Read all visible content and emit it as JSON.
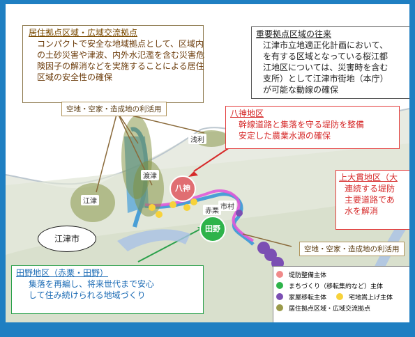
{
  "boxes": {
    "kyoju": {
      "title": "居住拠点区域・広域交流拠点",
      "lines": [
        "コンパクトで安全な地域拠点として、区域内",
        "の土砂災害や津波、内外水氾濫を含む災害危",
        "険因子の解消などを実施することによる居住",
        "区域の安全性の確保"
      ]
    },
    "juyo": {
      "title": "重要拠点区域の往来",
      "lines": [
        "江津市立地適正化計画において、",
        "を有する区域となっている桜江都",
        "江地区については、災害時を含む",
        "支所）として江津市街地（本庁）",
        "が可能な動線の確保"
      ]
    },
    "hachigami": {
      "title": "八神地区",
      "lines": [
        "幹線道路と集落を守る堤防を整備",
        "安定した農業水源の確保"
      ]
    },
    "kamiouki": {
      "title": "上大貫地区（大",
      "lines": [
        "連続する堤防",
        "主要道路であ",
        "水を解消"
      ]
    },
    "tano": {
      "title": "田野地区（赤栗・田野）",
      "lines": [
        "集落を再編し、将来世代まで安心",
        "して住み続けられる地域づくり"
      ]
    }
  },
  "notes": {
    "top": "空地・空家・造成地の利活用",
    "right": "空地・空家・造成地の利活用"
  },
  "city_label": "江津市",
  "places": {
    "asari": "浅利",
    "watazu": "渡津",
    "gotsu": "江津",
    "hachigami": "八神",
    "tano": "田野",
    "akaguri": "赤栗",
    "ichimura": "市村"
  },
  "legend": {
    "items": [
      {
        "label": "堤防整備主体",
        "color": "#f08a8a"
      },
      {
        "label": "まちづくり（移転集約など）主体",
        "color": "#2eb34a"
      },
      {
        "label": "家屋移転主体",
        "color": "#7b4fb3"
      },
      {
        "label": "宅地嵩上げ主体",
        "color": "#f7d23a"
      },
      {
        "label": "居住拠点区域・広域交流拠点",
        "color": "#9a9a4a"
      }
    ]
  }
}
